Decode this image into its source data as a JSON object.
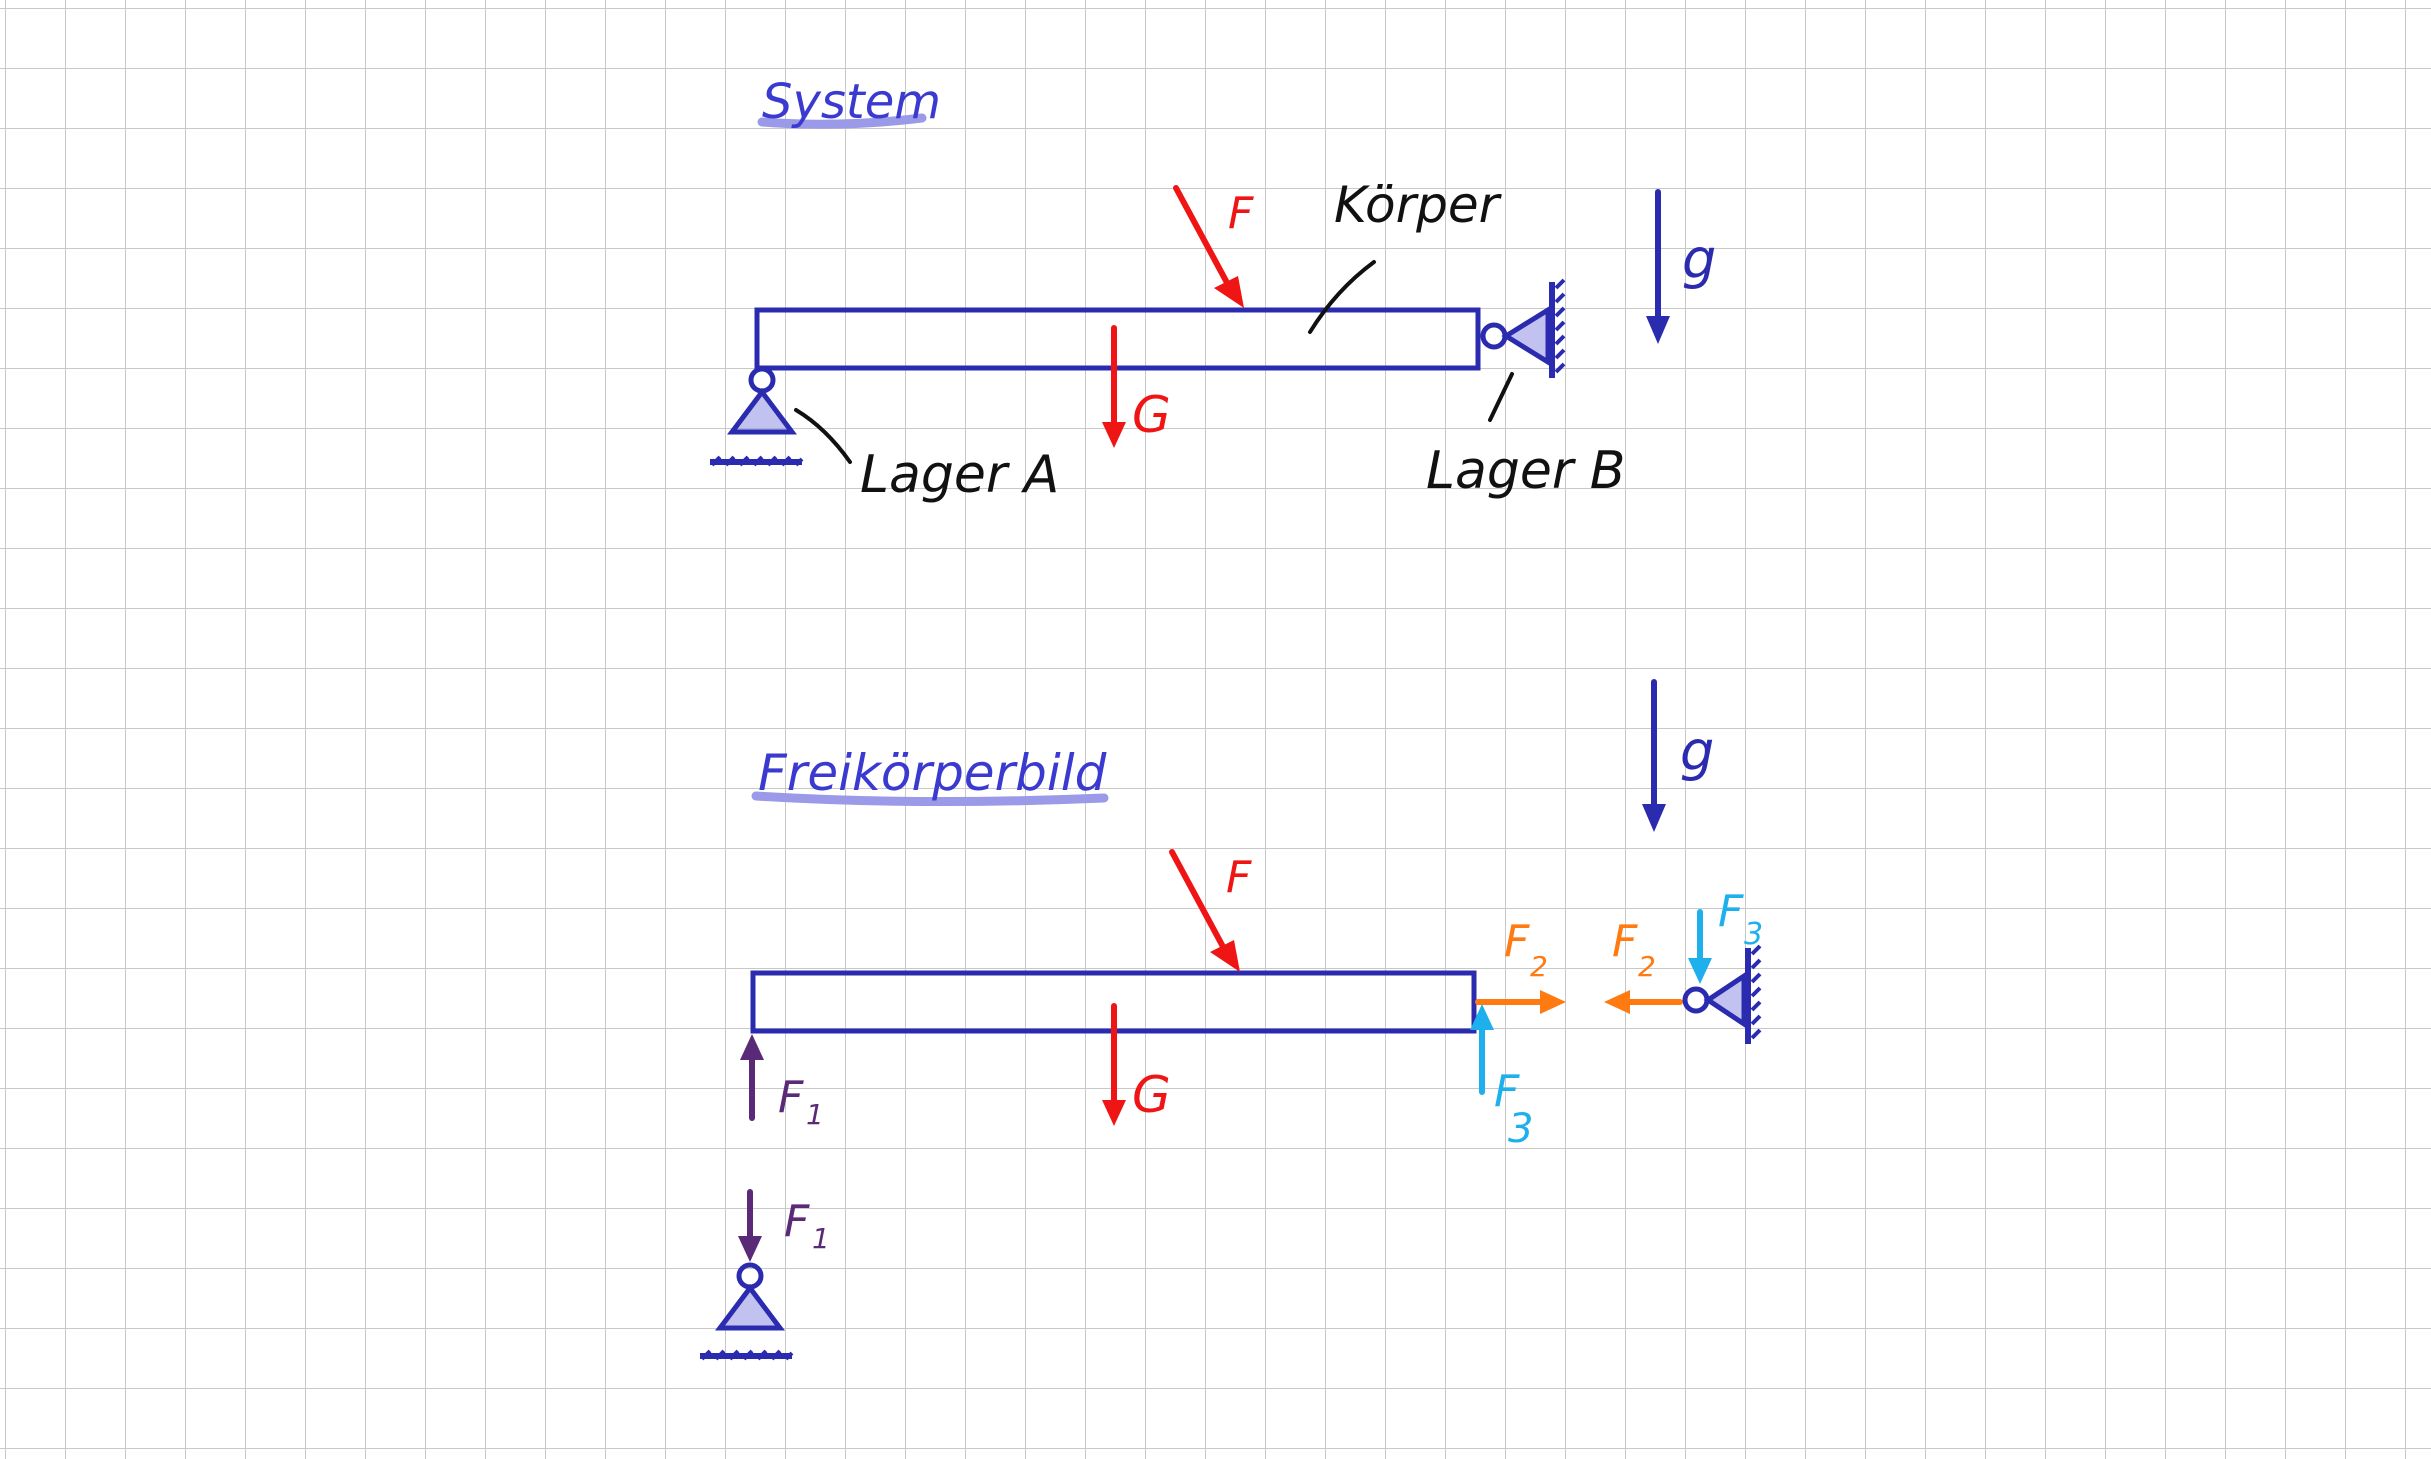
{
  "colors": {
    "beam": "#2b2bb0",
    "force": "#f01515",
    "label": "#111111",
    "reaction1": "#5a2a78",
    "reaction2": "#ff7a10",
    "reaction3": "#1eb0ec",
    "heading": "#3a3ad0",
    "underline": "#9a9ae8",
    "grid": "#c8c8c8"
  },
  "system": {
    "heading": "System",
    "force_label": "F",
    "weight_label": "G",
    "body_label": "Körper",
    "gravity_label": "g",
    "support_a_label": "Lager A",
    "support_b_label": "Lager B"
  },
  "fbd": {
    "heading": "Freikörperbild",
    "force_label": "F",
    "weight_label": "G",
    "gravity_label": "g",
    "f1_label": "F",
    "f1_sub": "1",
    "f2_label": "F",
    "f2_sub": "2",
    "f3_label": "F",
    "f3_sub": "3"
  }
}
